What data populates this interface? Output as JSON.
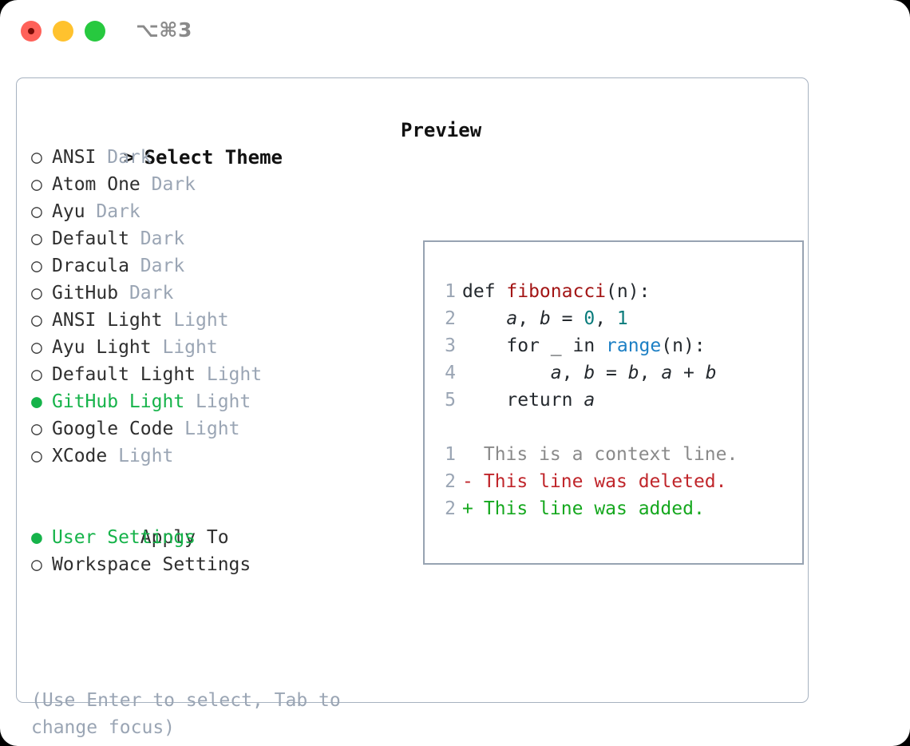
{
  "window": {
    "shortcut": "⌥⌘3",
    "traffic_lights": {
      "close_color": "#FF6159",
      "minimize_color": "#FFC22E",
      "maximize_color": "#27C93F"
    }
  },
  "colors": {
    "accent_green": "#16B34A",
    "muted": "#9aa5b4",
    "text": "#2f2f2f",
    "panel_border": "#A7B2C0",
    "code_border": "#97A3B2",
    "diff_add": "#16A81F",
    "diff_del": "#C0262B",
    "syntax_function": "#A31515",
    "syntax_number": "#0B7C7C",
    "syntax_builtin": "#1C7FC4"
  },
  "theme_list": {
    "header_prefix": ">",
    "header": "Select Theme",
    "bullet_unselected": "○",
    "bullet_selected": "●",
    "items": [
      {
        "name": "ANSI",
        "tag": "Dark",
        "selected": false
      },
      {
        "name": "Atom One",
        "tag": "Dark",
        "selected": false
      },
      {
        "name": "Ayu",
        "tag": "Dark",
        "selected": false
      },
      {
        "name": "Default",
        "tag": "Dark",
        "selected": false
      },
      {
        "name": "Dracula",
        "tag": "Dark",
        "selected": false
      },
      {
        "name": "GitHub",
        "tag": "Dark",
        "selected": false
      },
      {
        "name": "ANSI Light",
        "tag": "Light",
        "selected": false
      },
      {
        "name": "Ayu Light",
        "tag": "Light",
        "selected": false
      },
      {
        "name": "Default Light",
        "tag": "Light",
        "selected": false
      },
      {
        "name": "GitHub Light",
        "tag": "Light",
        "selected": true
      },
      {
        "name": "Google Code",
        "tag": "Light",
        "selected": false
      },
      {
        "name": "XCode",
        "tag": "Light",
        "selected": false
      }
    ]
  },
  "apply_to": {
    "header": "Apply To",
    "options": [
      {
        "name": "User Settings",
        "selected": true
      },
      {
        "name": "Workspace Settings",
        "selected": false
      }
    ]
  },
  "hint": "(Use Enter to select, Tab to change focus)",
  "preview": {
    "title": "Preview",
    "code_lines": [
      {
        "no": "1",
        "tokens": [
          {
            "t": "def ",
            "c": "kw"
          },
          {
            "t": "fibonacci",
            "c": "fn"
          },
          {
            "t": "(n):",
            "c": "kw"
          }
        ]
      },
      {
        "no": "2",
        "tokens": [
          {
            "t": "    ",
            "c": "kw"
          },
          {
            "t": "a",
            "c": "var"
          },
          {
            "t": ", ",
            "c": "kw"
          },
          {
            "t": "b",
            "c": "var"
          },
          {
            "t": " = ",
            "c": "kw"
          },
          {
            "t": "0",
            "c": "num"
          },
          {
            "t": ", ",
            "c": "kw"
          },
          {
            "t": "1",
            "c": "num"
          }
        ]
      },
      {
        "no": "3",
        "tokens": [
          {
            "t": "    for _ in ",
            "c": "kw"
          },
          {
            "t": "range",
            "c": "bi"
          },
          {
            "t": "(n):",
            "c": "kw"
          }
        ]
      },
      {
        "no": "4",
        "tokens": [
          {
            "t": "        ",
            "c": "kw"
          },
          {
            "t": "a",
            "c": "var"
          },
          {
            "t": ", ",
            "c": "kw"
          },
          {
            "t": "b",
            "c": "var"
          },
          {
            "t": " = ",
            "c": "kw"
          },
          {
            "t": "b",
            "c": "var"
          },
          {
            "t": ", ",
            "c": "kw"
          },
          {
            "t": "a",
            "c": "var"
          },
          {
            "t": " + ",
            "c": "kw"
          },
          {
            "t": "b",
            "c": "var"
          }
        ]
      },
      {
        "no": "5",
        "tokens": [
          {
            "t": "    return ",
            "c": "kw"
          },
          {
            "t": "a",
            "c": "var"
          }
        ]
      }
    ],
    "diff_lines": [
      {
        "no": "1",
        "marker": " ",
        "text": "This is a context line.",
        "kind": "ctx"
      },
      {
        "no": "2",
        "marker": "-",
        "text": "This line was deleted.",
        "kind": "del"
      },
      {
        "no": "2",
        "marker": "+",
        "text": "This line was added.",
        "kind": "add"
      }
    ]
  }
}
